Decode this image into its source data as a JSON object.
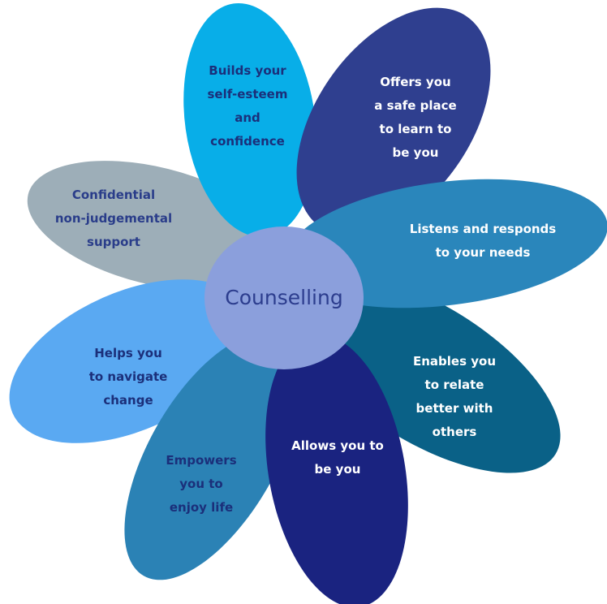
{
  "center": {
    "label": "Counselling",
    "fill": "#8b9fdc",
    "text_color": "#2c3d8e"
  },
  "petals": [
    {
      "id": "builds-self-esteem",
      "lines": [
        "Builds your",
        "self-esteem",
        "and",
        "confidence"
      ],
      "fill": "#08aee8",
      "text_color": "#1b2f7a"
    },
    {
      "id": "safe-place",
      "lines": [
        "Offers you",
        "a  safe place",
        "to learn to",
        "be you"
      ],
      "fill": "#2f3f8f",
      "text_color": "#ffffff"
    },
    {
      "id": "listens-responds",
      "lines": [
        "Listens and responds",
        "to your needs"
      ],
      "fill": "#2a86bb",
      "text_color": "#ffffff"
    },
    {
      "id": "relate-better",
      "lines": [
        "Enables you",
        "to relate",
        "better with",
        "others"
      ],
      "fill": "#0a6187",
      "text_color": "#ffffff"
    },
    {
      "id": "allows-you",
      "lines": [
        "Allows you to",
        "be you"
      ],
      "fill": "#1a2380",
      "text_color": "#ffffff"
    },
    {
      "id": "empowers",
      "lines": [
        "Empowers",
        "you to",
        "enjoy life"
      ],
      "fill": "#2b82b5",
      "text_color": "#1b2f7a"
    },
    {
      "id": "navigate-change",
      "lines": [
        "Helps you",
        "to navigate",
        "change"
      ],
      "fill": "#5aa9f2",
      "text_color": "#1b2f7a"
    },
    {
      "id": "confidential",
      "lines": [
        "Confidential",
        "non-judgemental",
        "support"
      ],
      "fill": "#9daeb8",
      "text_color": "#2a3d8a"
    }
  ]
}
